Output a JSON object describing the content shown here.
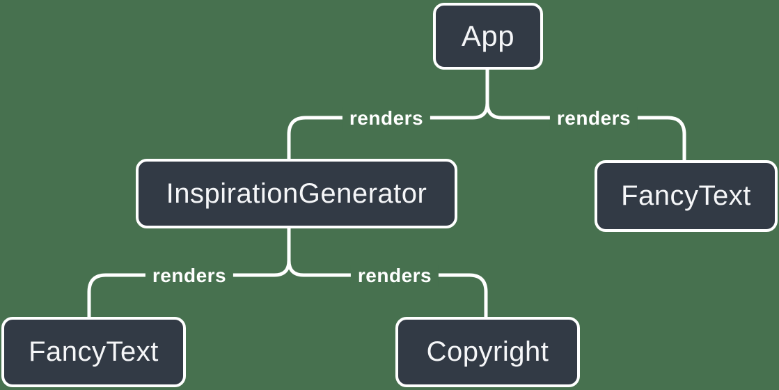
{
  "colors": {
    "background": "#47714f",
    "node_fill": "#323a45",
    "node_border": "#ffffff",
    "connector": "#ffffff",
    "node_text": "#f5f6f8",
    "label_text": "#ffffff"
  },
  "nodes": {
    "app": {
      "label": "App"
    },
    "inspiration_generator": {
      "label": "InspirationGenerator"
    },
    "fancy_text_top": {
      "label": "FancyText"
    },
    "fancy_text_bottom": {
      "label": "FancyText"
    },
    "copyright": {
      "label": "Copyright"
    }
  },
  "edges": {
    "app_to_inspiration_generator": {
      "label": "renders"
    },
    "app_to_fancy_text": {
      "label": "renders"
    },
    "inspiration_generator_to_fancy_text": {
      "label": "renders"
    },
    "inspiration_generator_to_copyright": {
      "label": "renders"
    }
  }
}
